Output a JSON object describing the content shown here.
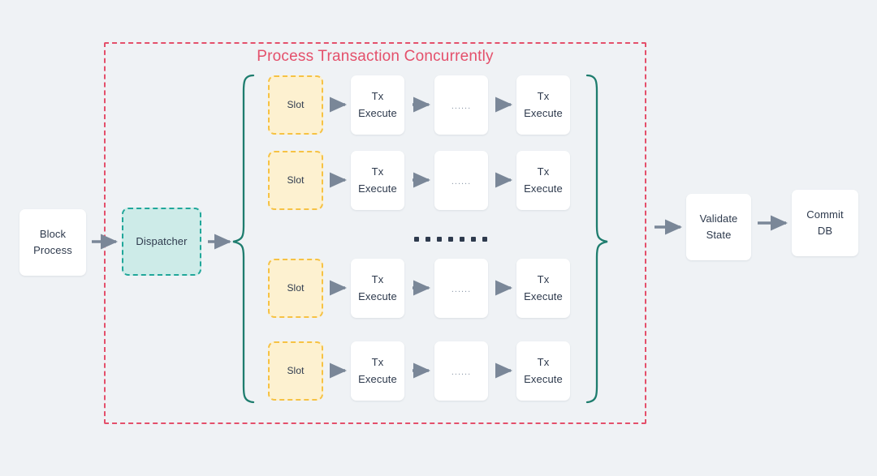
{
  "diagram": {
    "background_color": "#eff2f5",
    "title": "Process Transaction Concurrently",
    "title_color": "#e4506b",
    "region_border_color": "#e4506b",
    "brace_color": "#1e7d6e",
    "arrow_color": "#7a8798",
    "slot_fill": "#fdf1d0",
    "slot_border": "#f6c244",
    "dispatcher_fill": "#cdebe8",
    "dispatcher_border": "#21a79a",
    "text_color": "#2e3a4d"
  },
  "nodes": {
    "block_process": {
      "line1": "Block",
      "line2": "Process"
    },
    "dispatcher": {
      "label": "Dispatcher"
    },
    "validate_state": {
      "line1": "Validate",
      "line2": "State"
    },
    "commit_db": {
      "line1": "Commit",
      "line2": "DB"
    }
  },
  "lane_labels": {
    "slot": "Slot",
    "tx_execute_line1": "Tx",
    "tx_execute_line2": "Execute",
    "ellipsis_card": "......"
  },
  "lanes": [
    {
      "id": "lane-1",
      "slot": "Slot",
      "steps": [
        {
          "type": "tx",
          "line1": "Tx",
          "line2": "Execute"
        },
        {
          "type": "ellipsis",
          "label": "......"
        },
        {
          "type": "tx",
          "line1": "Tx",
          "line2": "Execute"
        }
      ]
    },
    {
      "id": "lane-2",
      "slot": "Slot",
      "steps": [
        {
          "type": "tx",
          "line1": "Tx",
          "line2": "Execute"
        },
        {
          "type": "ellipsis",
          "label": "......"
        },
        {
          "type": "tx",
          "line1": "Tx",
          "line2": "Execute"
        }
      ]
    },
    {
      "id": "lane-3",
      "slot": "Slot",
      "steps": [
        {
          "type": "tx",
          "line1": "Tx",
          "line2": "Execute"
        },
        {
          "type": "ellipsis",
          "label": "......"
        },
        {
          "type": "tx",
          "line1": "Tx",
          "line2": "Execute"
        }
      ]
    },
    {
      "id": "lane-4",
      "slot": "Slot",
      "steps": [
        {
          "type": "tx",
          "line1": "Tx",
          "line2": "Execute"
        },
        {
          "type": "ellipsis",
          "label": "......"
        },
        {
          "type": "tx",
          "line1": "Tx",
          "line2": "Execute"
        }
      ]
    }
  ],
  "lane_gap_ellipsis": {
    "dot_count": 7,
    "color": "#2e3a4d"
  }
}
